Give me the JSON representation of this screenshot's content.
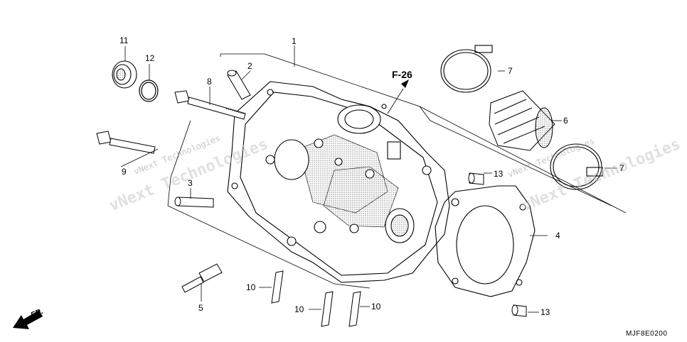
{
  "callouts": [
    {
      "key": "c1",
      "text": "1"
    },
    {
      "key": "c2",
      "text": "2"
    },
    {
      "key": "c3",
      "text": "3"
    },
    {
      "key": "c4",
      "text": "4"
    },
    {
      "key": "c5",
      "text": "5"
    },
    {
      "key": "c6",
      "text": "6"
    },
    {
      "key": "c7a",
      "text": "7"
    },
    {
      "key": "c7b",
      "text": "7"
    },
    {
      "key": "c8",
      "text": "8"
    },
    {
      "key": "c9",
      "text": "9"
    },
    {
      "key": "c10a",
      "text": "10"
    },
    {
      "key": "c10b",
      "text": "10"
    },
    {
      "key": "c10c",
      "text": "10"
    },
    {
      "key": "c11",
      "text": "11"
    },
    {
      "key": "c12",
      "text": "12"
    },
    {
      "key": "c13a",
      "text": "13"
    },
    {
      "key": "c13b",
      "text": "13"
    }
  ],
  "reference": "F-26",
  "direction": "FR.",
  "diagram_code": "MJF8E0200",
  "watermarks": {
    "small": "vNext Technologies",
    "large": "vNext Technologies"
  },
  "colors": {
    "line": "#000000",
    "stipple": "#555555",
    "watermark": "#9a9a9a"
  }
}
